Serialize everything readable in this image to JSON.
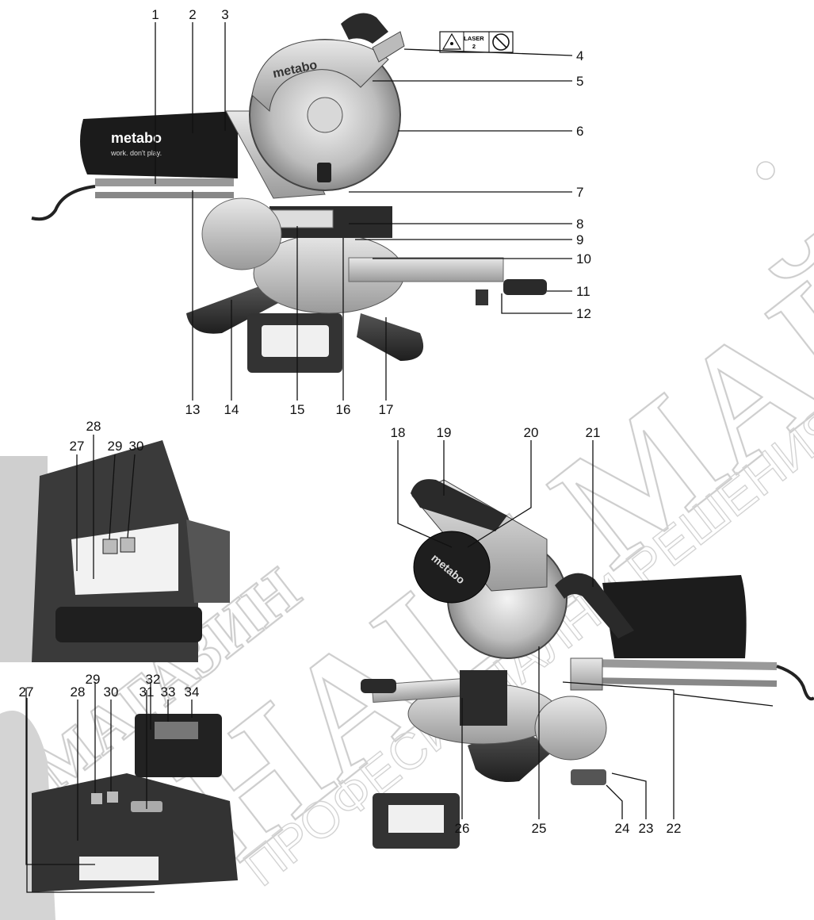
{
  "laser_label": {
    "line1": "LASER",
    "line2": "2"
  },
  "brand": {
    "housing_text": "metabo",
    "bag_text": "metabo",
    "bag_subtext": "work. don't play.",
    "motor_text": "metabo"
  },
  "watermark": {
    "line1": "МАГАЗИН",
    "line2": "НАШ МАЙСТОРА",
    "line3": "ПРОФЕСИОНАЛНИ РЕШЕНИЯ"
  },
  "callouts": {
    "c1": "1",
    "c2": "2",
    "c3": "3",
    "c4": "4",
    "c5": "5",
    "c6": "6",
    "c7": "7",
    "c8": "8",
    "c9": "9",
    "c10": "10",
    "c11": "11",
    "c12": "12",
    "c13": "13",
    "c14": "14",
    "c15": "15",
    "c16": "16",
    "c17": "17",
    "c18": "18",
    "c19": "19",
    "c20": "20",
    "c21": "21",
    "c22": "22",
    "c23": "23",
    "c24": "24",
    "c25": "25",
    "c26": "26",
    "c27a": "27",
    "c28a": "28",
    "c29a": "29",
    "c30a": "30",
    "c27b": "27",
    "c28b": "28",
    "c29b": "29",
    "c30b": "30",
    "c31": "31",
    "c32": "32",
    "c33": "33",
    "c34": "34"
  }
}
